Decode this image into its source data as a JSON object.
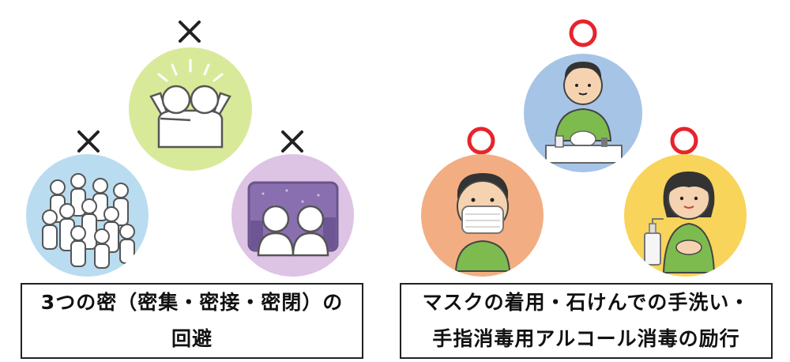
{
  "left_panel": {
    "caption_line1": "3つの密（密集・密接・密閉）の",
    "caption_line2": "回避",
    "marks": [
      "cross-icon",
      "cross-icon",
      "cross-icon"
    ],
    "mark_color": "#222222"
  },
  "right_panel": {
    "caption_line1": "マスクの着用・石けんでの手洗い・",
    "caption_line2": "手指消毒用アルコール消毒の励行",
    "marks": [
      "circle-ok-icon",
      "circle-ok-icon",
      "circle-ok-icon"
    ],
    "mark_color": "#e8232c"
  },
  "colors": {
    "crowd_bg": "#b9dcf0",
    "close_contact_bg": "#d8ea9a",
    "closed_space_bg": "#ddc3e4",
    "mask_bg": "#f2ae82",
    "handwash_bg": "#a6c4e6",
    "sanitizer_bg": "#f8d45a"
  }
}
